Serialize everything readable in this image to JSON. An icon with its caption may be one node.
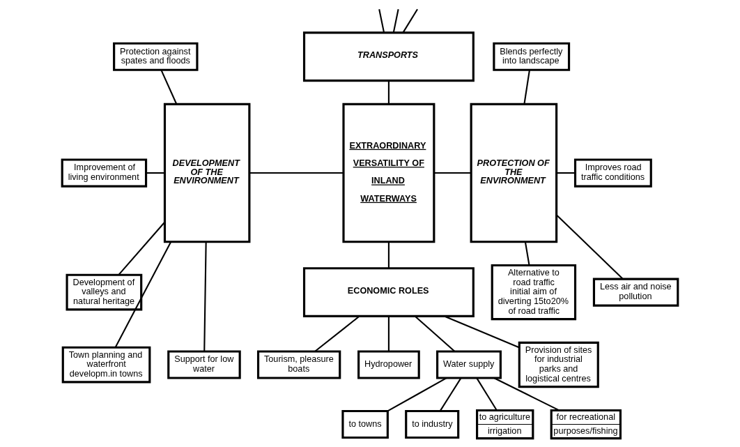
{
  "diagram": {
    "nodes": [
      {
        "text": [
          "Protection against spates and floods"
        ]
      },
      {
        "text": [
          "TRANSPORTS"
        ]
      },
      {
        "text": [
          "Blends perfectly into landscape"
        ]
      },
      {
        "text": [
          "Improvement of living environment"
        ]
      },
      {
        "text": [
          "DEVELOPMENT OF THE ENVIRONMENT"
        ]
      },
      {
        "text": [
          "EXTRAORDINARY VERSATILITY OF INLAND WATERWAYS"
        ]
      },
      {
        "text": [
          "PROTECTION OF THE ENVIRONMENT"
        ]
      },
      {
        "text": [
          "Improves road traffic conditions"
        ]
      },
      {
        "text": [
          "Development of valleys and natural heritage"
        ]
      },
      {
        "text": [
          "Alternative to road traffic initial aim of diverting 15to20% of road traffic"
        ]
      },
      {
        "text": [
          "Town planning and waterfront developm.in towns"
        ]
      },
      {
        "text": [
          "Less air and noise pollution"
        ]
      },
      {
        "text": [
          "Support for low water"
        ]
      },
      {
        "text": [
          "ECONOMIC ROLES"
        ]
      },
      {
        "text": [
          "Water supply"
        ]
      },
      {
        "text": [
          "Provision of sites for industrial parks and logistical centres"
        ]
      },
      {
        "text": [
          "Tourism, pleasure boats"
        ]
      },
      {
        "text": [
          "Hydropower"
        ]
      },
      {
        "text": [
          "to towns"
        ]
      },
      {
        "text": [
          "to industry"
        ]
      },
      {
        "text": [
          "to agriculture",
          "irrigation"
        ]
      },
      {
        "text": [
          "for recreational",
          "purposes/fishing"
        ]
      }
    ],
    "edges": [
      {
        "from": 1,
        "to": null,
        "arrow": "none"
      },
      {
        "from": 1,
        "to": null,
        "arrow": "none"
      },
      {
        "from": 1,
        "to": null,
        "arrow": "none"
      },
      {
        "from": 0,
        "to": 4,
        "arrow": "none"
      },
      {
        "from": 3,
        "to": 4,
        "arrow": "none"
      },
      {
        "from": 8,
        "to": 4,
        "arrow": "none"
      },
      {
        "from": 10,
        "to": 4,
        "arrow": "none"
      },
      {
        "from": 12,
        "to": 4,
        "arrow": "none"
      },
      {
        "from": 1,
        "to": 5,
        "arrow": "none"
      },
      {
        "from": 4,
        "to": 5,
        "arrow": "none"
      },
      {
        "from": 5,
        "to": 6,
        "arrow": "none"
      },
      {
        "from": 6,
        "to": 2,
        "arrow": "none"
      },
      {
        "from": 6,
        "to": 7,
        "arrow": "none"
      },
      {
        "from": 6,
        "to": 9,
        "arrow": "none"
      },
      {
        "from": 6,
        "to": 11,
        "arrow": "none"
      },
      {
        "from": 5,
        "to": 13,
        "arrow": "none"
      },
      {
        "from": 13,
        "to": 14,
        "arrow": "none"
      },
      {
        "from": 13,
        "to": 15,
        "arrow": "none"
      },
      {
        "from": 13,
        "to": 16,
        "arrow": "none"
      },
      {
        "from": 13,
        "to": 17,
        "arrow": "none"
      },
      {
        "from": 14,
        "to": 18,
        "arrow": "none"
      },
      {
        "from": 14,
        "to": 19,
        "arrow": "none"
      },
      {
        "from": 14,
        "to": 20,
        "arrow": "none"
      },
      {
        "from": 14,
        "to": 21,
        "arrow": "none"
      }
    ]
  }
}
